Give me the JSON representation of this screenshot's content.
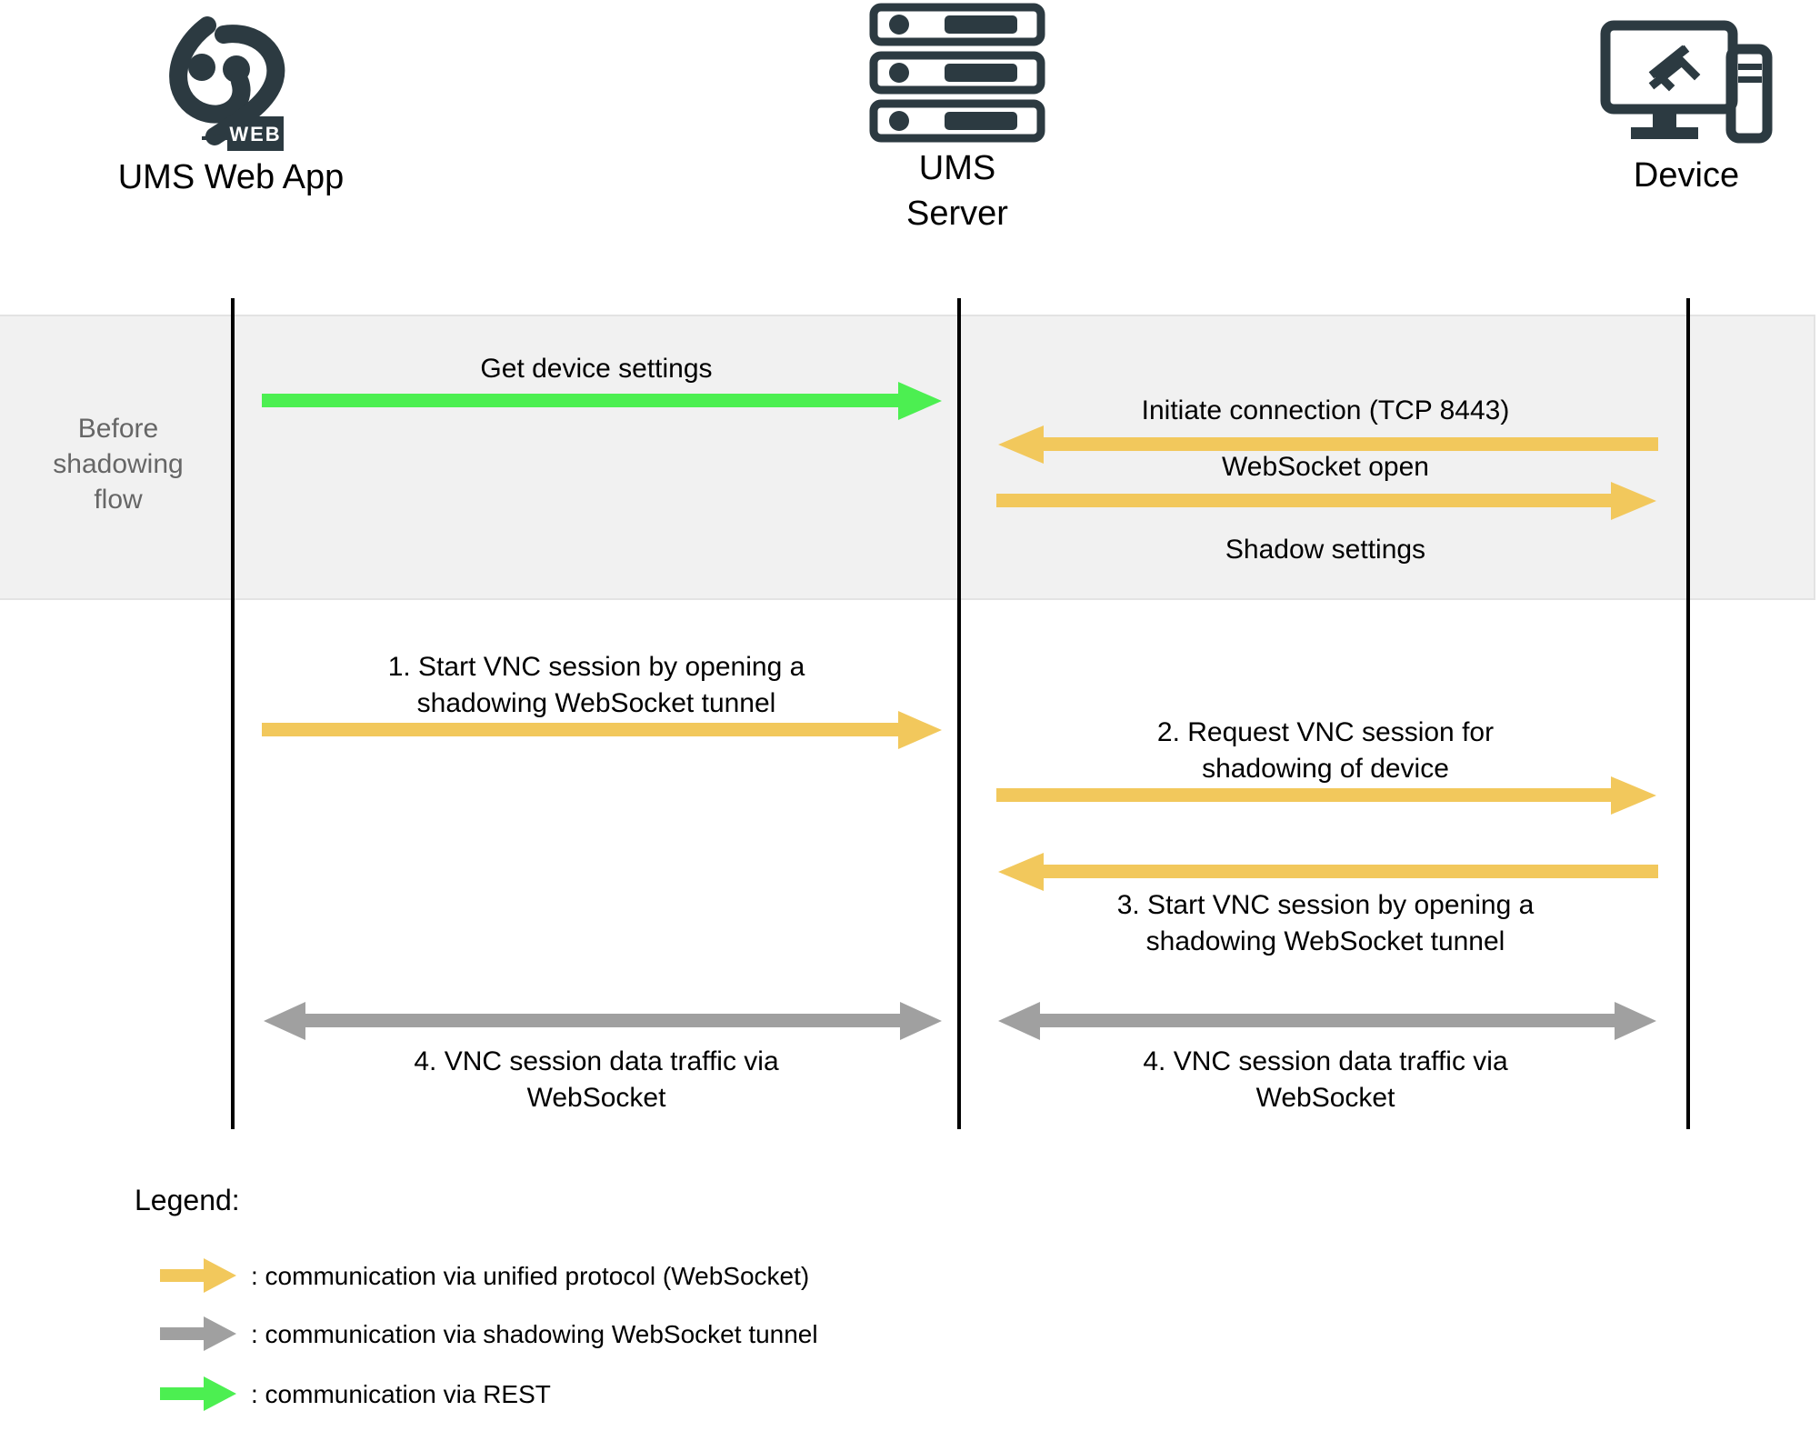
{
  "diagram": {
    "title": "UMS device shadowing sequence flow"
  },
  "actors": [
    {
      "id": "ums-web-app",
      "label": "UMS Web App",
      "icon": "ums-web-logo-icon"
    },
    {
      "id": "ums-server",
      "label": "UMS\nServer",
      "icon": "server-rack-icon"
    },
    {
      "id": "device",
      "label": "Device",
      "icon": "desktop-computer-icon"
    }
  ],
  "phase": {
    "label": "Before\nshadowing\nflow",
    "background": "#f1f1f1",
    "text_color": "#666666"
  },
  "colors": {
    "yellow": "#F2C85C",
    "green": "#4CEF51",
    "gray": "#A0A0A0",
    "lifeline": "#000000",
    "icon_dark": "#2C3A41",
    "band": "#f1f1f1"
  },
  "messages": [
    {
      "id": "get-device-settings",
      "label": "Get device settings",
      "color": "green",
      "direction": "right",
      "from": "ums-web-app",
      "to": "ums-server"
    },
    {
      "id": "initiate-connection",
      "label": "Initiate connection (TCP 8443)",
      "color": "yellow",
      "direction": "left",
      "from": "device",
      "to": "ums-server"
    },
    {
      "id": "websocket-open",
      "label": "WebSocket open",
      "color": "yellow",
      "direction": "right",
      "from": "ums-server",
      "to": "device"
    },
    {
      "id": "shadow-settings",
      "label": "Shadow settings",
      "color": "yellow",
      "direction": "right",
      "from": "ums-server",
      "to": "device"
    },
    {
      "id": "step-1",
      "label": "1.   Start VNC session by opening a\nshadowing WebSocket tunnel",
      "color": "yellow",
      "direction": "right",
      "from": "ums-web-app",
      "to": "ums-server"
    },
    {
      "id": "step-2",
      "label": "2.   Request VNC session for\nshadowing of device",
      "color": "yellow",
      "direction": "right",
      "from": "ums-server",
      "to": "device"
    },
    {
      "id": "step-3",
      "label": "3.   Start VNC session by opening a\nshadowing WebSocket tunnel",
      "color": "yellow",
      "direction": "left",
      "from": "device",
      "to": "ums-server"
    },
    {
      "id": "step-4-left",
      "label": "4.   VNC session data traffic via\nWebSocket",
      "color": "gray",
      "direction": "both",
      "from": "ums-web-app",
      "to": "ums-server"
    },
    {
      "id": "step-4-right",
      "label": "4.   VNC session data traffic via\nWebSocket",
      "color": "gray",
      "direction": "both",
      "from": "ums-server",
      "to": "device"
    }
  ],
  "legend": {
    "title": "Legend:",
    "items": [
      {
        "id": "legend-yellow",
        "color": "yellow",
        "text": ": communication via unified protocol (WebSocket)"
      },
      {
        "id": "legend-gray",
        "color": "gray",
        "text": ": communication via shadowing WebSocket tunnel"
      },
      {
        "id": "legend-green",
        "color": "green",
        "text": ": communication via REST"
      }
    ]
  }
}
